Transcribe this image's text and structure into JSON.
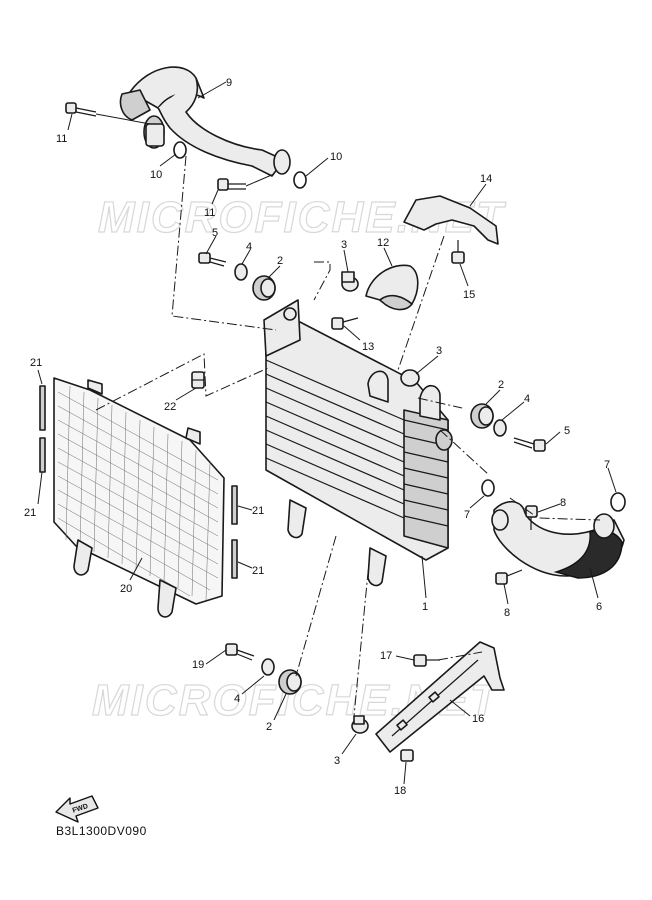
{
  "watermark": "MICROFICHE.NET",
  "fwd_label": "FWD",
  "diagram_code": "B3L1300DV090",
  "callouts": {
    "c9": "9",
    "c11a": "11",
    "c10a": "10",
    "c10b": "10",
    "c11b": "11",
    "c5a": "5",
    "c4a": "4",
    "c2a": "2",
    "c3a": "3",
    "c12": "12",
    "c14": "14",
    "c15": "15",
    "c13": "13",
    "c3b": "3",
    "c21a": "21",
    "c22": "22",
    "c2b": "2",
    "c4b": "4",
    "c5b": "5",
    "c7a": "7",
    "c7b": "7",
    "c8a": "8",
    "c21b": "21",
    "c21c": "21",
    "c21d": "21",
    "c20": "20",
    "c8b": "8",
    "c6": "6",
    "c1": "1",
    "c17": "17",
    "c19": "19",
    "c4c": "4",
    "c16": "16",
    "c2c": "2",
    "c3c": "3",
    "c18": "18"
  }
}
